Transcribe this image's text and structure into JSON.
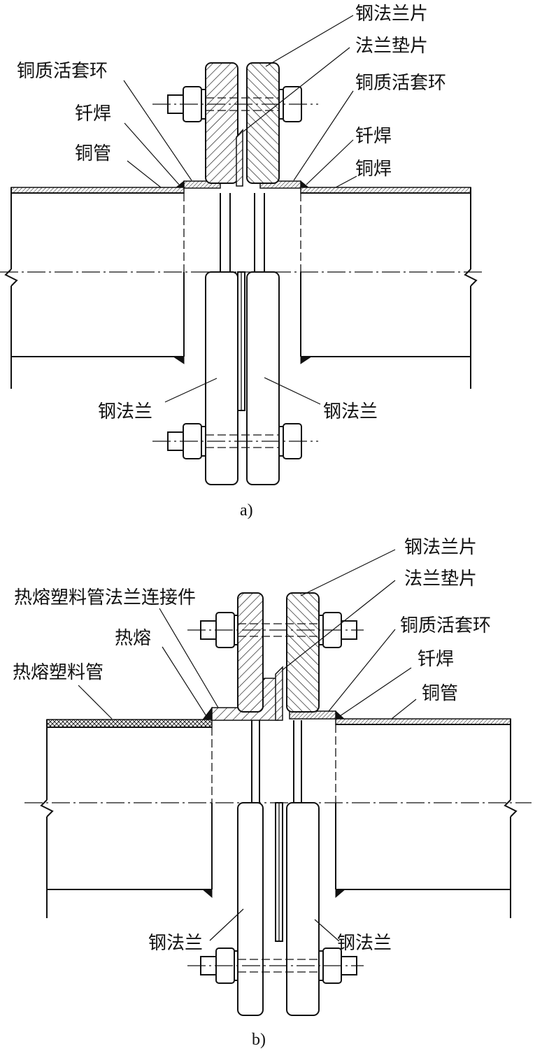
{
  "panel_a": {
    "caption": "a)",
    "labels": {
      "steel_flange_plate": "钢法兰片",
      "flange_gasket": "法兰垫片",
      "copper_loose_ring_left": "铜质活套环",
      "copper_loose_ring_right": "铜质活套环",
      "brazing_left": "钎焊",
      "brazing_right": "钎焊",
      "copper_pipe": "铜管",
      "copper_weld": "铜焊",
      "steel_flange_left": "钢法兰",
      "steel_flange_right": "钢法兰"
    }
  },
  "panel_b": {
    "caption": "b)",
    "labels": {
      "steel_flange_plate": "钢法兰片",
      "flange_gasket": "法兰垫片",
      "fusion_connector": "热熔塑料管法兰连接件",
      "hot_melt": "热熔",
      "fusion_plastic_pipe": "热熔塑料管",
      "copper_loose_ring": "铜质活套环",
      "brazing": "钎焊",
      "copper_pipe": "铜管",
      "steel_flange_left": "钢法兰",
      "steel_flange_right": "钢法兰"
    }
  }
}
